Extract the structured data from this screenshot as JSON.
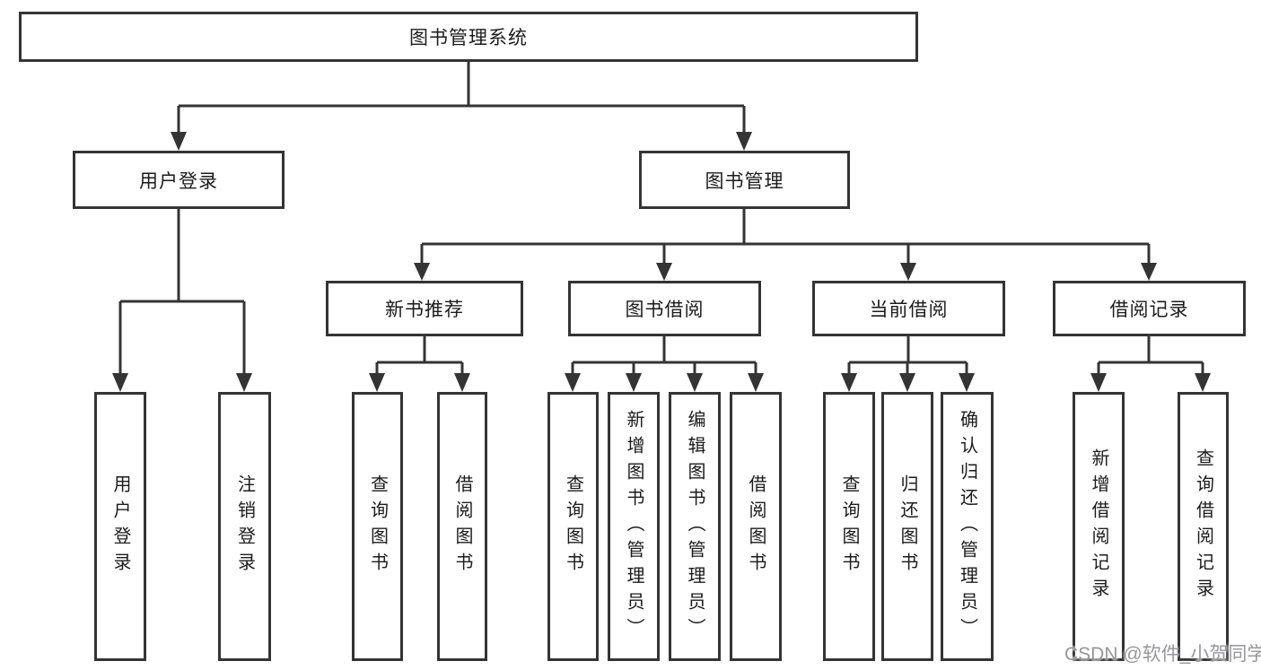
{
  "tree": {
    "root": {
      "label": "图书管理系统",
      "children": [
        {
          "label": "用户登录",
          "children": [
            {
              "label": "用户登录"
            },
            {
              "label": "注销登录"
            }
          ]
        },
        {
          "label": "图书管理",
          "children": [
            {
              "label": "新书推荐",
              "children": [
                {
                  "label": "查询图书"
                },
                {
                  "label": "借阅图书"
                }
              ]
            },
            {
              "label": "图书借阅",
              "children": [
                {
                  "label": "查询图书"
                },
                {
                  "label": "新增图书（管理员）"
                },
                {
                  "label": "编辑图书（管理员）"
                },
                {
                  "label": "借阅图书"
                }
              ]
            },
            {
              "label": "当前借阅",
              "children": [
                {
                  "label": "查询图书"
                },
                {
                  "label": "归还图书"
                },
                {
                  "label": "确认归还（管理员）"
                }
              ]
            },
            {
              "label": "借阅记录",
              "children": [
                {
                  "label": "新增借阅记录"
                },
                {
                  "label": "查询借阅记录"
                }
              ]
            }
          ]
        }
      ]
    }
  },
  "watermark": {
    "text": "CSDN @软件_小贺同学"
  },
  "colors": {
    "line": "#343434",
    "text": "#1b1b1b",
    "watermark": "#97979b",
    "background": "#ffffff"
  }
}
